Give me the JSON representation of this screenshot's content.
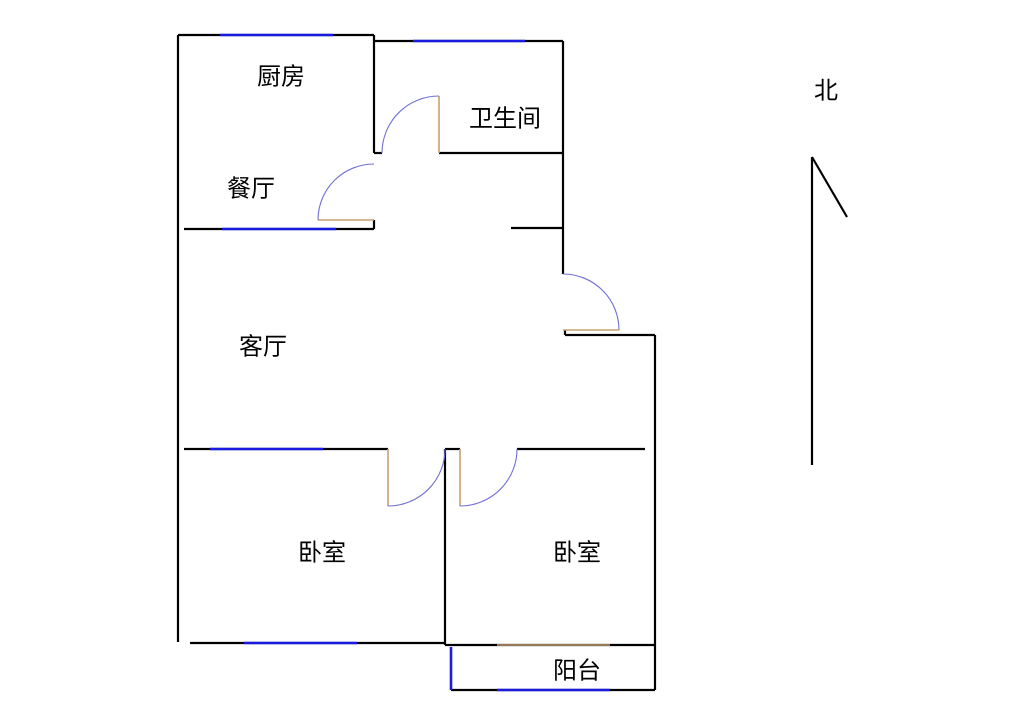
{
  "rooms": {
    "kitchen": "厨房",
    "bathroom": "卫生间",
    "dining": "餐厅",
    "living": "客厅",
    "bedroom_left": "卧室",
    "bedroom_right": "卧室",
    "balcony": "阳台"
  },
  "compass": {
    "north_label": "北"
  },
  "colors": {
    "wall": "#000000",
    "window": "#1a1ae0",
    "door": "#c8a070",
    "door_swing": "#7070d8"
  }
}
